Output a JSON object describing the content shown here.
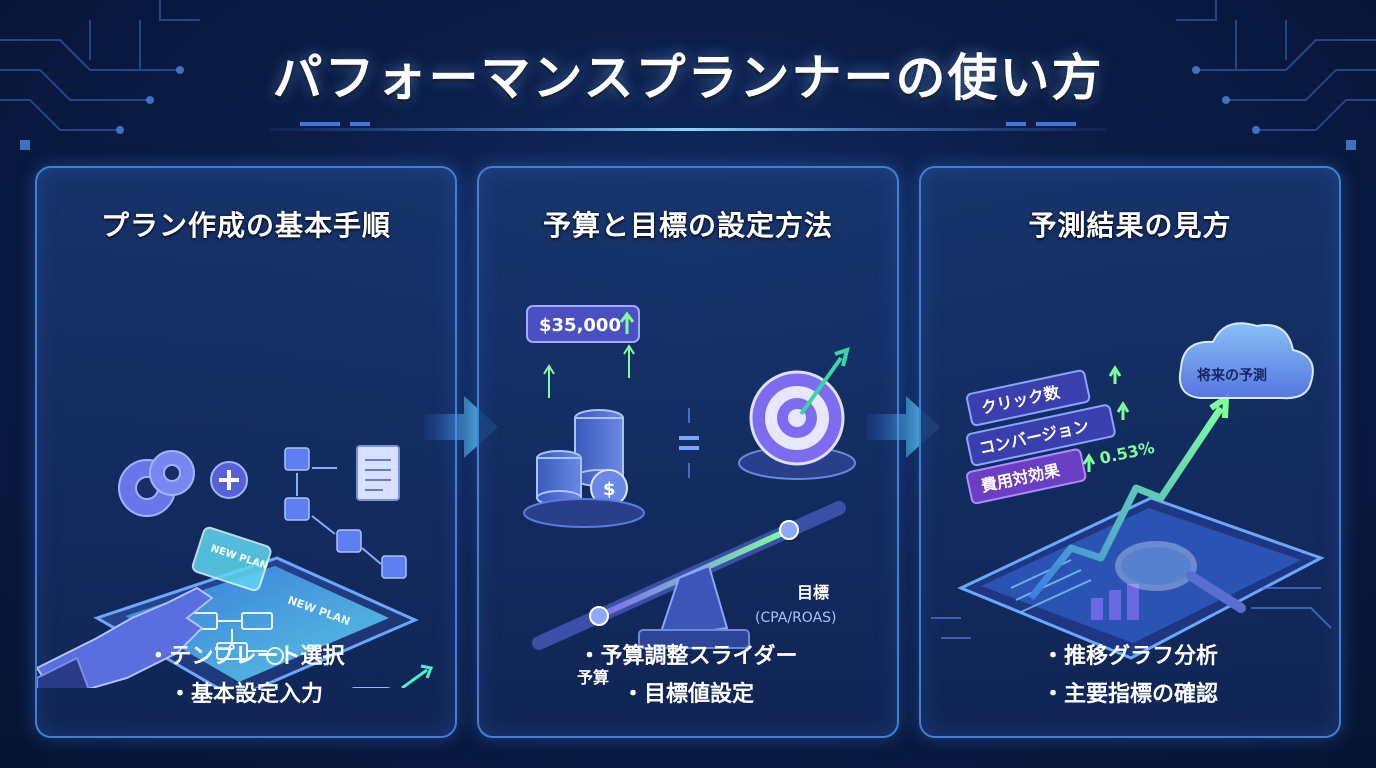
{
  "title": "パフォーマンスプランナーの使い方",
  "panels": [
    {
      "heading": "プラン作成の基本手順",
      "bullets": [
        "・テンプレート選択",
        "・基本設定入力"
      ],
      "art_labels": {
        "card_new_plan": "NEW PLAN",
        "screen_new_plan": "NEW PLAN"
      }
    },
    {
      "heading": "予算と目標の設定方法",
      "bullets": [
        "・予算調整スライダー",
        "・目標値設定"
      ],
      "art_labels": {
        "budget_tag": "$35,000",
        "goal_label": "目標",
        "goal_sub": "(CPA/ROAS)",
        "budget_label": "予算"
      }
    },
    {
      "heading": "予測結果の見方",
      "bullets": [
        "・推移グラフ分析",
        "・主要指標の確認"
      ],
      "art_labels": {
        "metric_clicks": "クリック数",
        "metric_conversions": "コンバージョン",
        "metric_cost": "費用対効果",
        "cost_value": "0.53%",
        "cloud": "将来の予測"
      }
    }
  ],
  "colors": {
    "accent": "#3f7fd6",
    "cyan": "#5ff0ff",
    "green": "#7dff9a",
    "purple": "#7d6cf0"
  },
  "icons": [
    "gear-icon",
    "plus-icon",
    "document-icon",
    "hand-icon",
    "tablet-icon",
    "coin-icon",
    "target-icon",
    "arrow-up-icon",
    "cloud-icon",
    "magnifier-icon",
    "chevron-right-icon"
  ]
}
